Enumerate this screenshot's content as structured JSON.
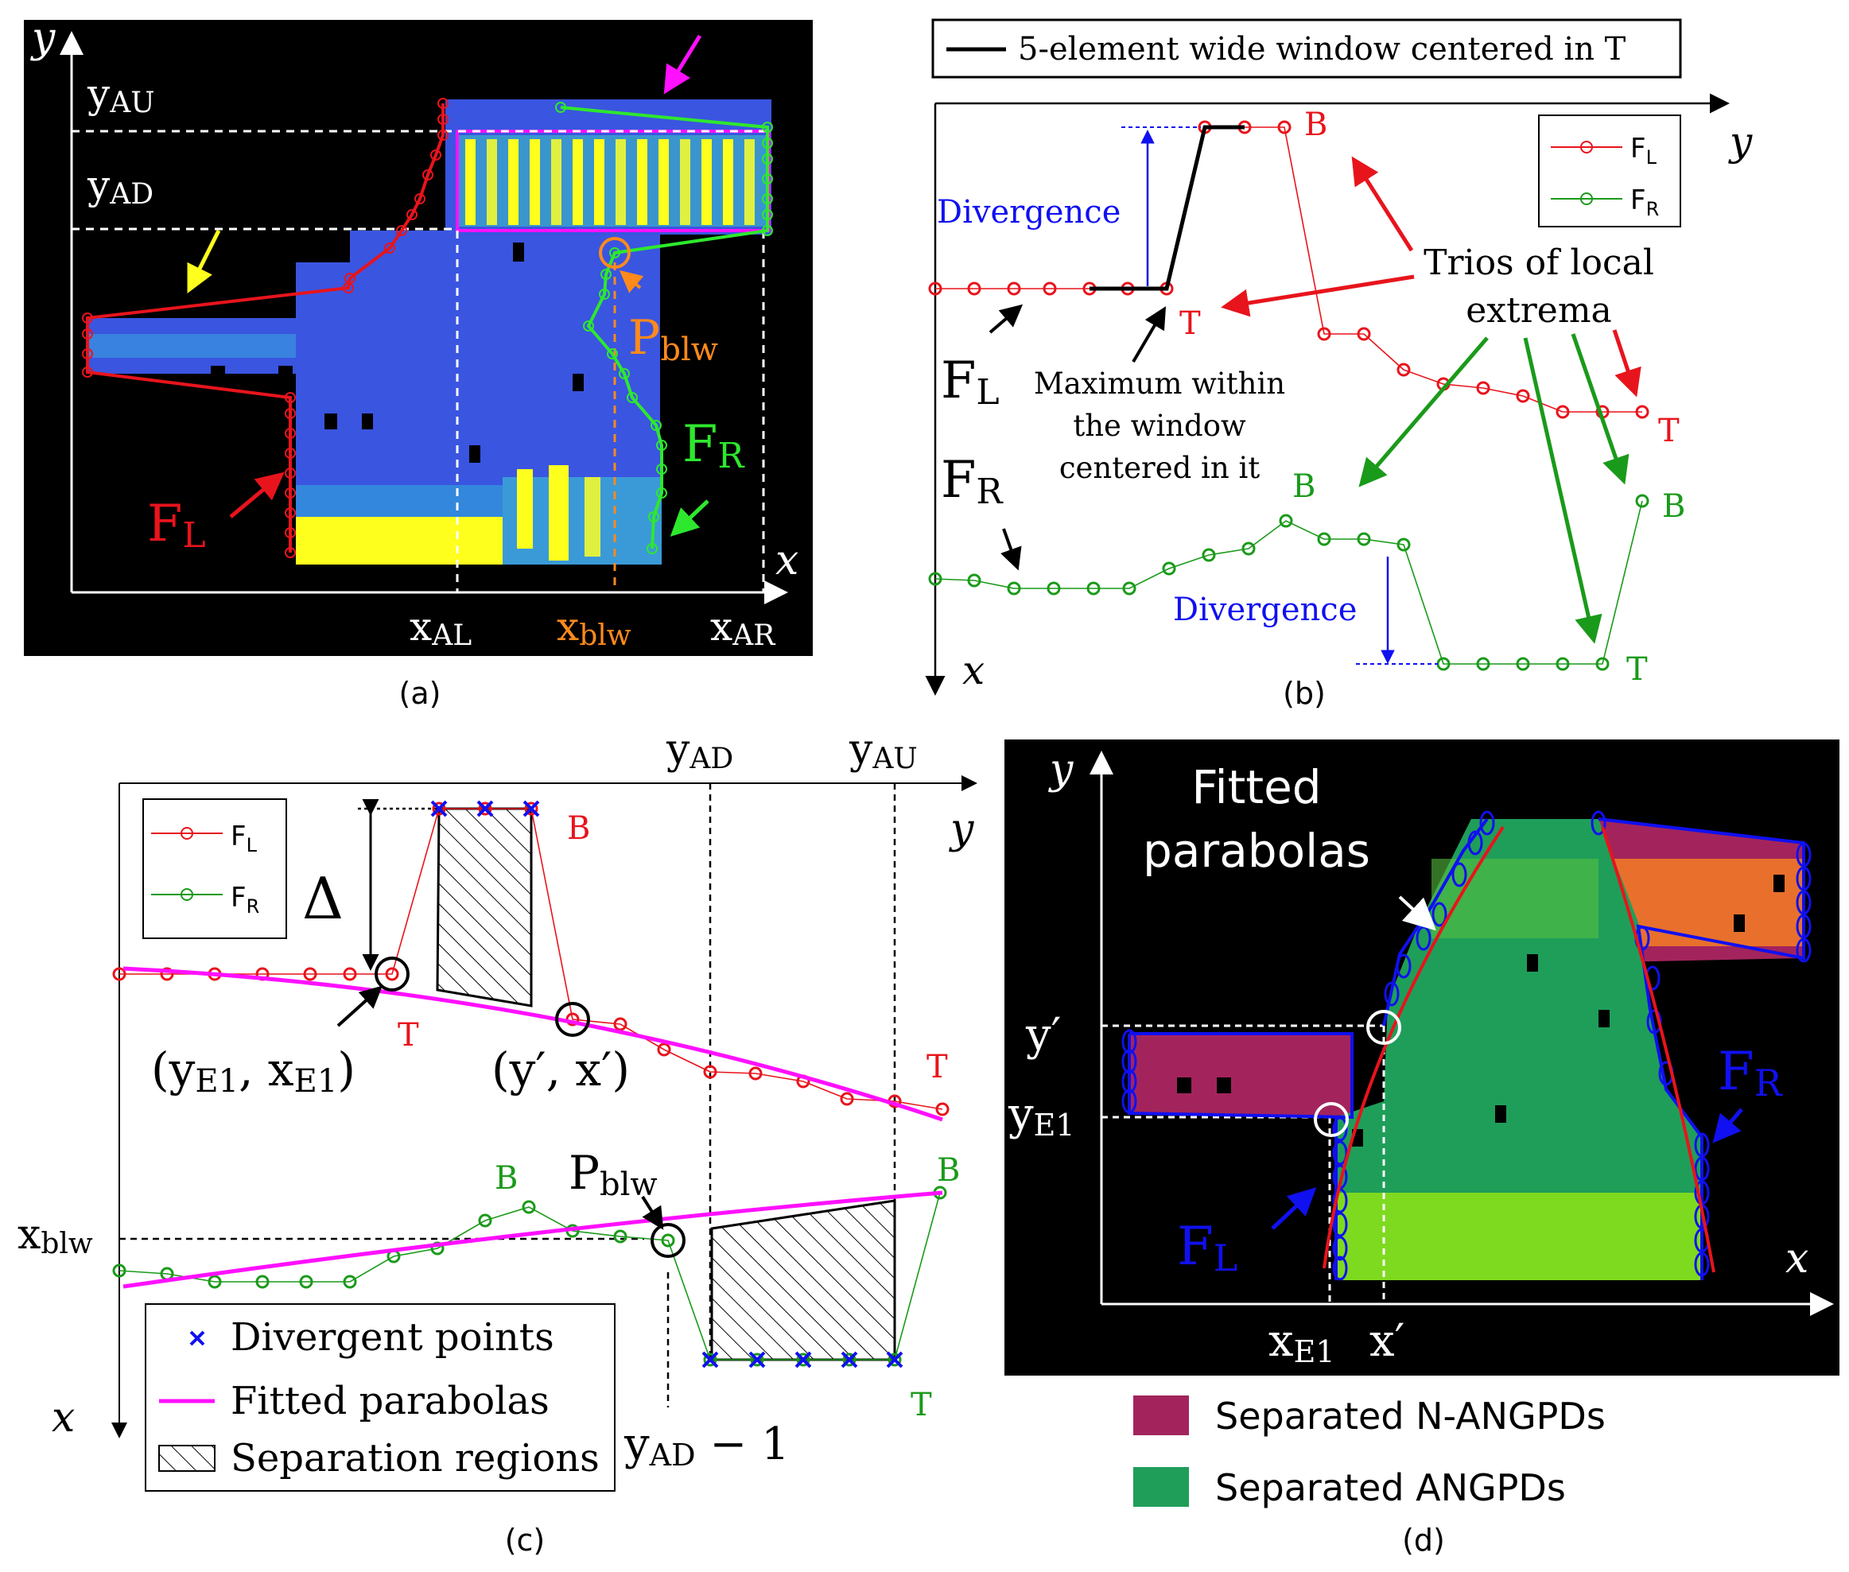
{
  "panel_a": {
    "caption": "(a)",
    "axis_x": "x",
    "axis_y": "y",
    "y_au": "y",
    "y_au_sub": "AU",
    "y_ad": "y",
    "y_ad_sub": "AD",
    "x_al": "x",
    "x_al_sub": "AL",
    "x_blw": "x",
    "x_blw_sub": "blw",
    "x_ar": "x",
    "x_ar_sub": "AR",
    "p_blw": "P",
    "p_blw_sub": "blw",
    "f_l": "F",
    "f_l_sub": "L",
    "f_r": "F",
    "f_r_sub": "R"
  },
  "panel_b": {
    "caption": "(b)",
    "legend_window": "5-element wide window centered in T",
    "legend_fl": "F",
    "legend_fl_sub": "L",
    "legend_fr": "F",
    "legend_fr_sub": "R",
    "axis_x": "x",
    "axis_y": "y",
    "divergence_top": "Divergence",
    "divergence_bottom": "Divergence",
    "trios_line1": "Trios of local",
    "trios_line2": "extrema",
    "max_line1": "Maximum within",
    "max_line2": "the window",
    "max_line3": "centered in it",
    "fl_label": "F",
    "fl_label_sub": "L",
    "fr_label": "F",
    "fr_label_sub": "R",
    "b_red": "B",
    "t_red_1": "T",
    "t_red_2": "T",
    "b_green_1": "B",
    "b_green_2": "B",
    "t_green": "T"
  },
  "panel_c": {
    "caption": "(c)",
    "axis_x": "x",
    "axis_y": "y",
    "legend_fl": "F",
    "legend_fl_sub": "L",
    "legend_fr": "F",
    "legend_fr_sub": "R",
    "y_ad": "y",
    "y_ad_sub": "AD",
    "y_au": "y",
    "y_au_sub": "AU",
    "delta": "Δ",
    "b_red": "B",
    "t_red_1": "T",
    "t_red_2": "T",
    "b_green_1": "B",
    "b_green_2": "B",
    "t_green": "T",
    "pt_e1_open": "(y",
    "pt_e1_sub1": "E1",
    "pt_e1_mid": ", x",
    "pt_e1_sub2": "E1",
    "pt_e1_close": ")",
    "pt_prime": "(y′, x′)",
    "p_blw": "P",
    "p_blw_sub": "blw",
    "x_blw": "x",
    "x_blw_sub": "blw",
    "y_ad_minus": "y",
    "y_ad_minus_sub": "AD",
    "y_ad_minus_tail": " − 1",
    "legend_divergent": "Divergent points",
    "legend_parabolas": "Fitted parabolas",
    "legend_regions": "Separation regions"
  },
  "panel_d": {
    "caption": "(d)",
    "axis_x": "x",
    "axis_y": "y",
    "fitted_line1": "Fitted",
    "fitted_line2": "parabolas",
    "y_prime": "y′",
    "y_e1": "y",
    "y_e1_sub": "E1",
    "x_e1": "x",
    "x_e1_sub": "E1",
    "x_prime": "x′",
    "f_l": "F",
    "f_l_sub": "L",
    "f_r": "F",
    "f_r_sub": "R",
    "legend_n_angpd": "Separated N-ANGPDs",
    "legend_angpd": "Separated ANGPDs"
  },
  "colors": {
    "red": "#e8141c",
    "green": "#1a9a1a",
    "bright_green": "#2ee82e",
    "blue": "#1010f0",
    "magenta": "#ff10ff",
    "orange": "#ff8a1c",
    "yellow": "#ffff1e",
    "heat_blue": "#3a55e0",
    "n_angpd": "#a3245c",
    "angpd": "#1f9e5a"
  }
}
